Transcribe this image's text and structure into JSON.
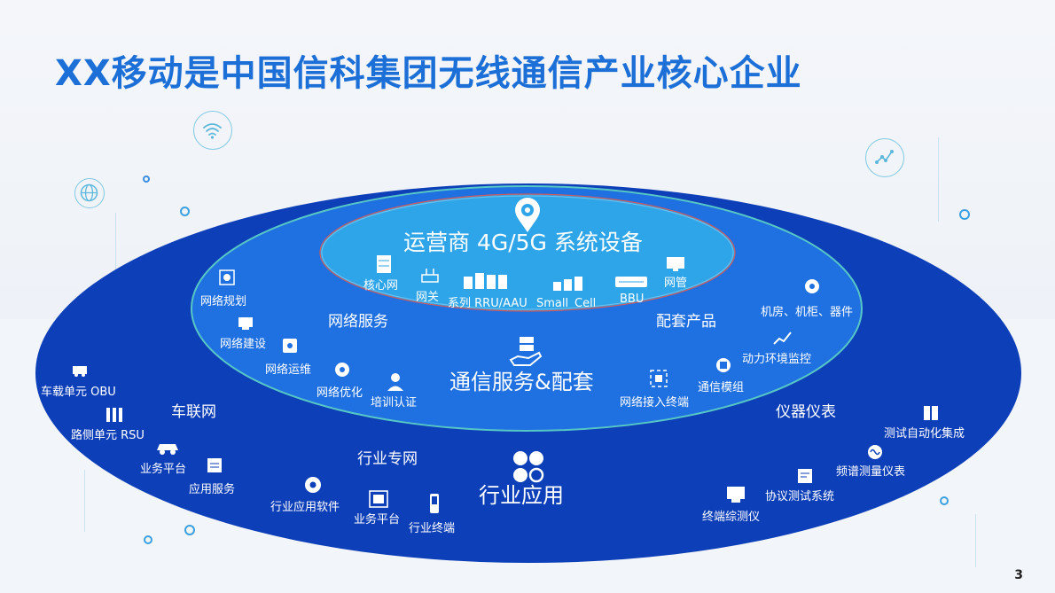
{
  "slide": {
    "title": "XX移动是中国信科集团无线通信产业核心企业",
    "page_number": "3"
  },
  "colors": {
    "title": "#1b6fd6",
    "outer_ellipse": "#0d3fb8",
    "middle_ellipse": "#1f70e0",
    "inner_ellipse": "#2fa5e9"
  },
  "inner": {
    "heading": "运营商 4G/5G 系统设备",
    "items": [
      "核心网",
      "网关",
      "系列 RRU/AAU",
      "Small",
      "Cell",
      "BBU",
      "网管"
    ]
  },
  "middle": {
    "center": "通信服务&配套",
    "left_group": "网络服务",
    "right_group": "配套产品",
    "left_items": [
      "网络规划",
      "网络建设",
      "网络运维",
      "网络优化",
      "培训认证"
    ],
    "right_items": [
      "机房、机柜、器件",
      "动力环境监控",
      "通信模组",
      "网络接入终端"
    ]
  },
  "outer": {
    "center": "行业应用",
    "vehicle_group": "车联网",
    "vehicle_items": [
      "车载单元 OBU",
      "路侧单元 RSU",
      "业务平台",
      "应用服务"
    ],
    "industry_group": "行业专网",
    "industry_items": [
      "行业应用软件",
      "业务平台",
      "行业终端"
    ],
    "instrument_group": "仪器仪表",
    "instrument_items": [
      "测试自动化集成",
      "频谱测量仪表",
      "协议测试系统",
      "终端综测仪"
    ]
  }
}
